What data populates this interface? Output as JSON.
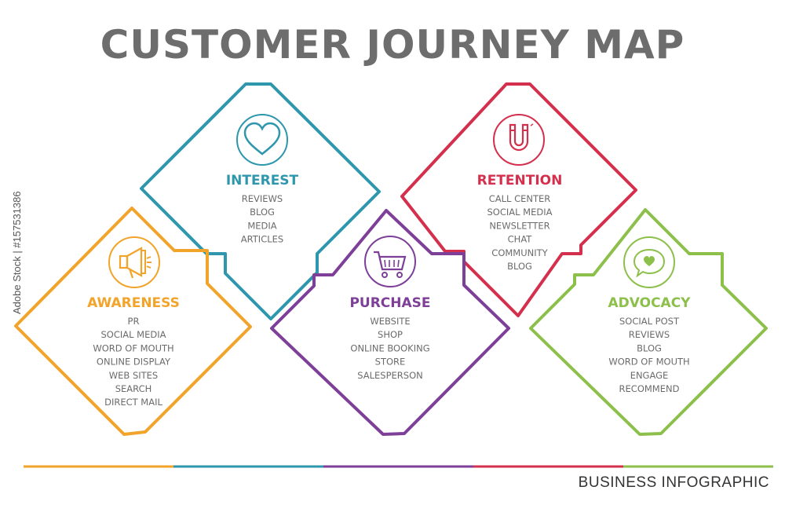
{
  "title": "CUSTOMER JOURNEY MAP",
  "footer": "BUSINESS INFOGRAPHIC",
  "credit": "Adobe Stock | #157531386",
  "stages": [
    {
      "id": "interest",
      "title": "INTEREST",
      "color": "#2e97ad",
      "icon": "heart-icon",
      "items": [
        "REVIEWS",
        "BLOG",
        "MEDIA",
        "ARTICLES"
      ]
    },
    {
      "id": "awareness",
      "title": "AWARENESS",
      "color": "#f2a42a",
      "icon": "megaphone-icon",
      "items": [
        "PR",
        "SOCIAL MEDIA",
        "WORD OF MOUTH",
        "ONLINE DISPLAY",
        "WEB SITES",
        "SEARCH",
        "DIRECT MAIL"
      ]
    },
    {
      "id": "retention",
      "title": "RETENTION",
      "color": "#d4304d",
      "icon": "magnet-icon",
      "items": [
        "CALL CENTER",
        "SOCIAL MEDIA",
        "NEWSLETTER",
        "CHAT",
        "COMMUNITY",
        "BLOG"
      ]
    },
    {
      "id": "purchase",
      "title": "PURCHASE",
      "color": "#7d3f98",
      "icon": "cart-icon",
      "items": [
        "WEBSITE",
        "SHOP",
        "ONLINE BOOKING",
        "STORE",
        "SALESPERSON"
      ]
    },
    {
      "id": "advocacy",
      "title": "ADVOCACY",
      "color": "#8cc04a",
      "icon": "chat-heart-icon",
      "items": [
        "SOCIAL POST",
        "REVIEWS",
        "BLOG",
        "WORD OF MOUTH",
        "ENGAGE",
        "RECOMMEND"
      ]
    }
  ],
  "bottom_line_colors": [
    "#f2a42a",
    "#2e97ad",
    "#7d3f98",
    "#d4304d",
    "#8cc04a"
  ]
}
